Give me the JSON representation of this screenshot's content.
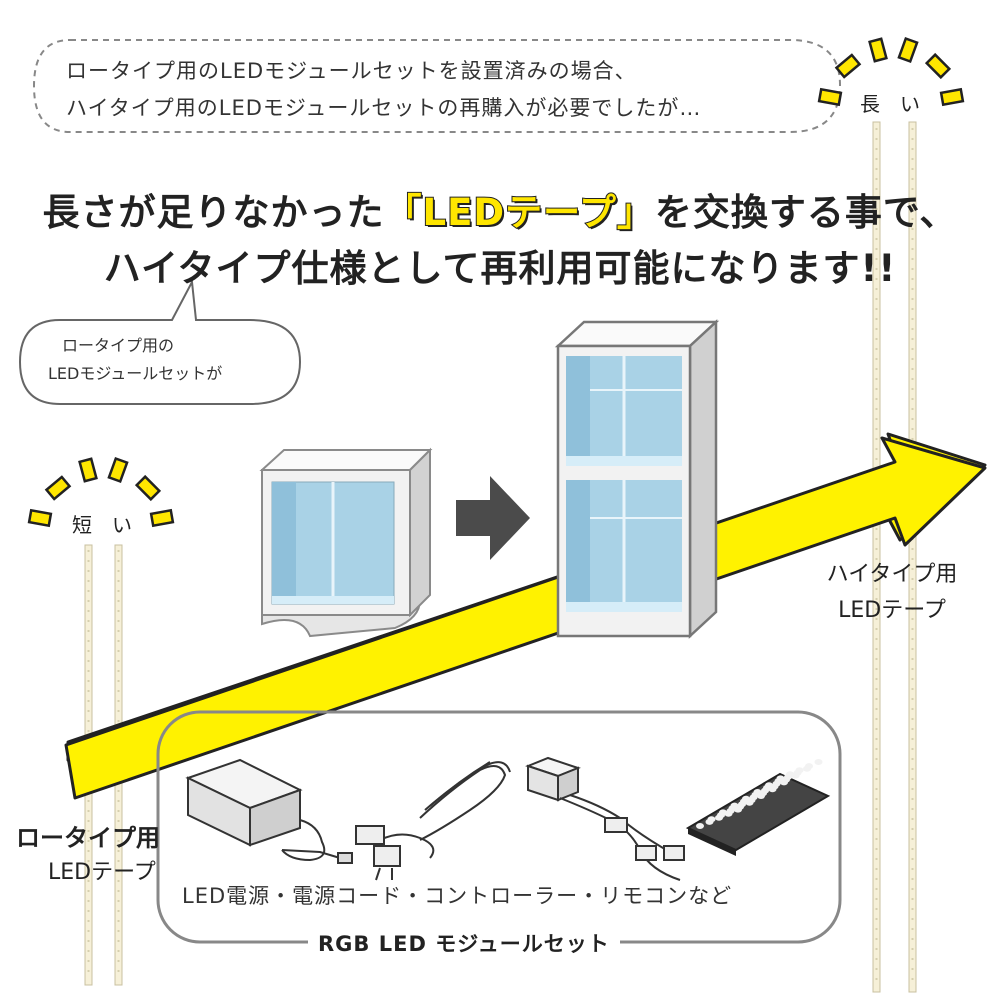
{
  "top_bubble": {
    "line1": "ロータイプ用のLEDモジュールセットを設置済みの場合、",
    "line2": "ハイタイプ用のLEDモジュールセットの再購入が必要でしたが…"
  },
  "headline": {
    "line1_before": "長さが足りなかった",
    "line1_highlight": "「LEDテープ」",
    "line1_after": "を交換する事で、",
    "line2": "ハイタイプ仕様として再利用可能になります!!"
  },
  "small_bubble": {
    "line1": "ロータイプ用の",
    "line2": "LEDモジュールセットが"
  },
  "short_label": {
    "char1": "短",
    "char2": "い"
  },
  "long_label": {
    "char1": "長",
    "char2": "い"
  },
  "high_type_label": {
    "line1": "ハイタイプ用",
    "line2": "LEDテープ"
  },
  "low_type_label": {
    "line1": "ロータイプ用",
    "line2": "LEDテープ"
  },
  "accessories_text": "LED電源・電源コード・コントローラー・リモコンなど",
  "set_label": "RGB LED モジュールセット",
  "colors": {
    "arrow_yellow": "#fff200",
    "accent_yellow": "#ffe600",
    "outline": "#222222",
    "glass": "#a9d2e6"
  }
}
